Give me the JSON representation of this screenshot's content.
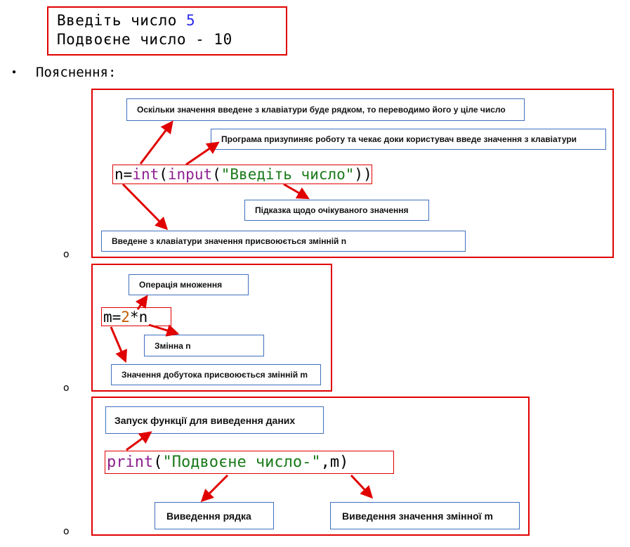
{
  "output": {
    "line1_text": "Введіть число ",
    "line1_value": "5",
    "line2_text": "Подвоєне число - 10"
  },
  "explanation_label": "Пояснення:",
  "diagram1": {
    "code_prefix": "n=",
    "code_int": "int",
    "code_paren1": "(",
    "code_input": "input",
    "code_paren2": "(",
    "code_string": "\"Введіть число\"",
    "code_close": "))",
    "note_convert": "Оскільки значення введене з клавіатури буде рядком, то переводимо його у ціле число",
    "note_pause": "Програма призупиняє роботу та чекає доки користувач введе значення з клавіатури",
    "note_hint": "Підказка щодо очікуваного значення",
    "note_assign": "Введене з клавіатури значення присвоюється змінній n"
  },
  "diagram2": {
    "code_prefix": "m=",
    "code_number": "2",
    "code_suffix": "*n",
    "note_multiply": "Операція множення",
    "note_variable": "Змінна n",
    "note_assign": "Значення добутока присвоюється змінній m"
  },
  "diagram3": {
    "code_print": "print",
    "code_paren": "(",
    "code_string": "\"Подвоєне число-\"",
    "code_rest": ",m)",
    "note_launch": "Запуск функції для виведення  даних",
    "note_string": "Виведення рядка",
    "note_var": "Виведення значення змінної m"
  },
  "sub_bullet": "o",
  "colors": {
    "frame": "#e00000",
    "note_border": "#3f6fbf",
    "arrow": "#e00000",
    "keyword": "#8f1f8f",
    "string": "#1a7a1a"
  }
}
